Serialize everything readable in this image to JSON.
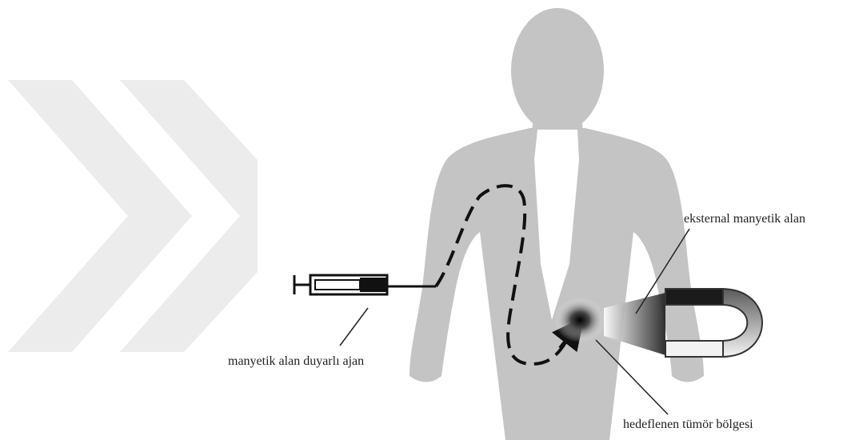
{
  "diagram": {
    "labels": {
      "agent": "manyetik alan duyarlı ajan",
      "field": "eksternal manyetik alan",
      "tumor": "hedeflenen tümör bölgesi"
    },
    "colors": {
      "body": "#c4c4c4",
      "watermark": "#ececec",
      "line": "#111111",
      "magnet_dark": "#1a1a1a",
      "magnet_light": "#f2f2f2"
    }
  }
}
